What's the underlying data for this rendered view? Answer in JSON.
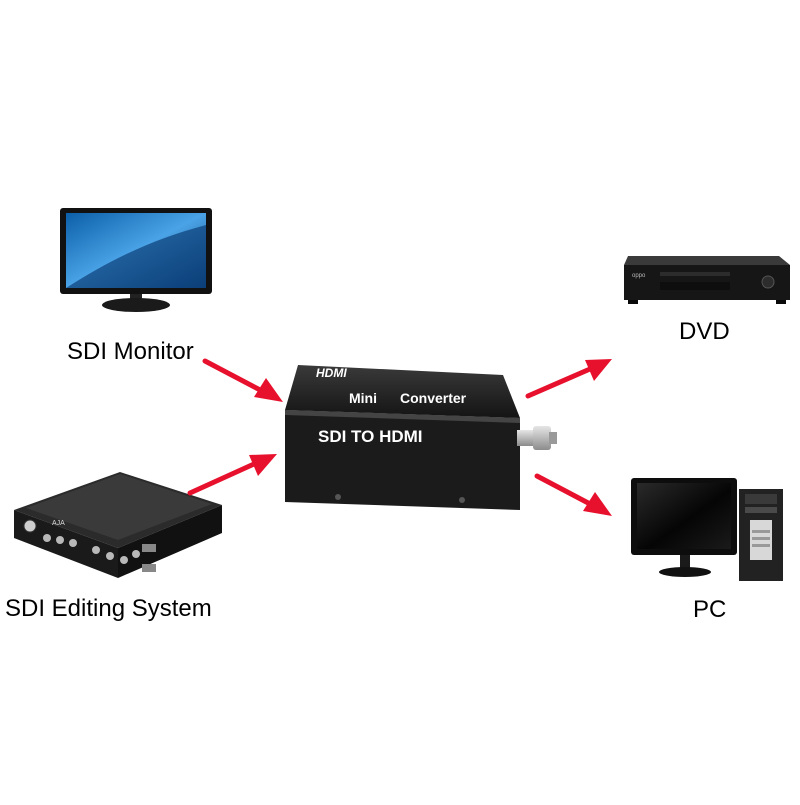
{
  "labels": {
    "sdi_monitor": "SDI Monitor",
    "sdi_editing_system": "SDI Editing System",
    "dvd": "DVD",
    "pc": "PC"
  },
  "converter": {
    "logo": "HDMI",
    "line1_left": "Mini",
    "line1_right": "Converter",
    "line2": "SDI TO HDMI"
  },
  "editing_device_brand": "AJA",
  "dvd_brand": "oppo",
  "colors": {
    "arrow": "#e8112d",
    "device_body": "#1c1c1c",
    "text": "#000000"
  }
}
